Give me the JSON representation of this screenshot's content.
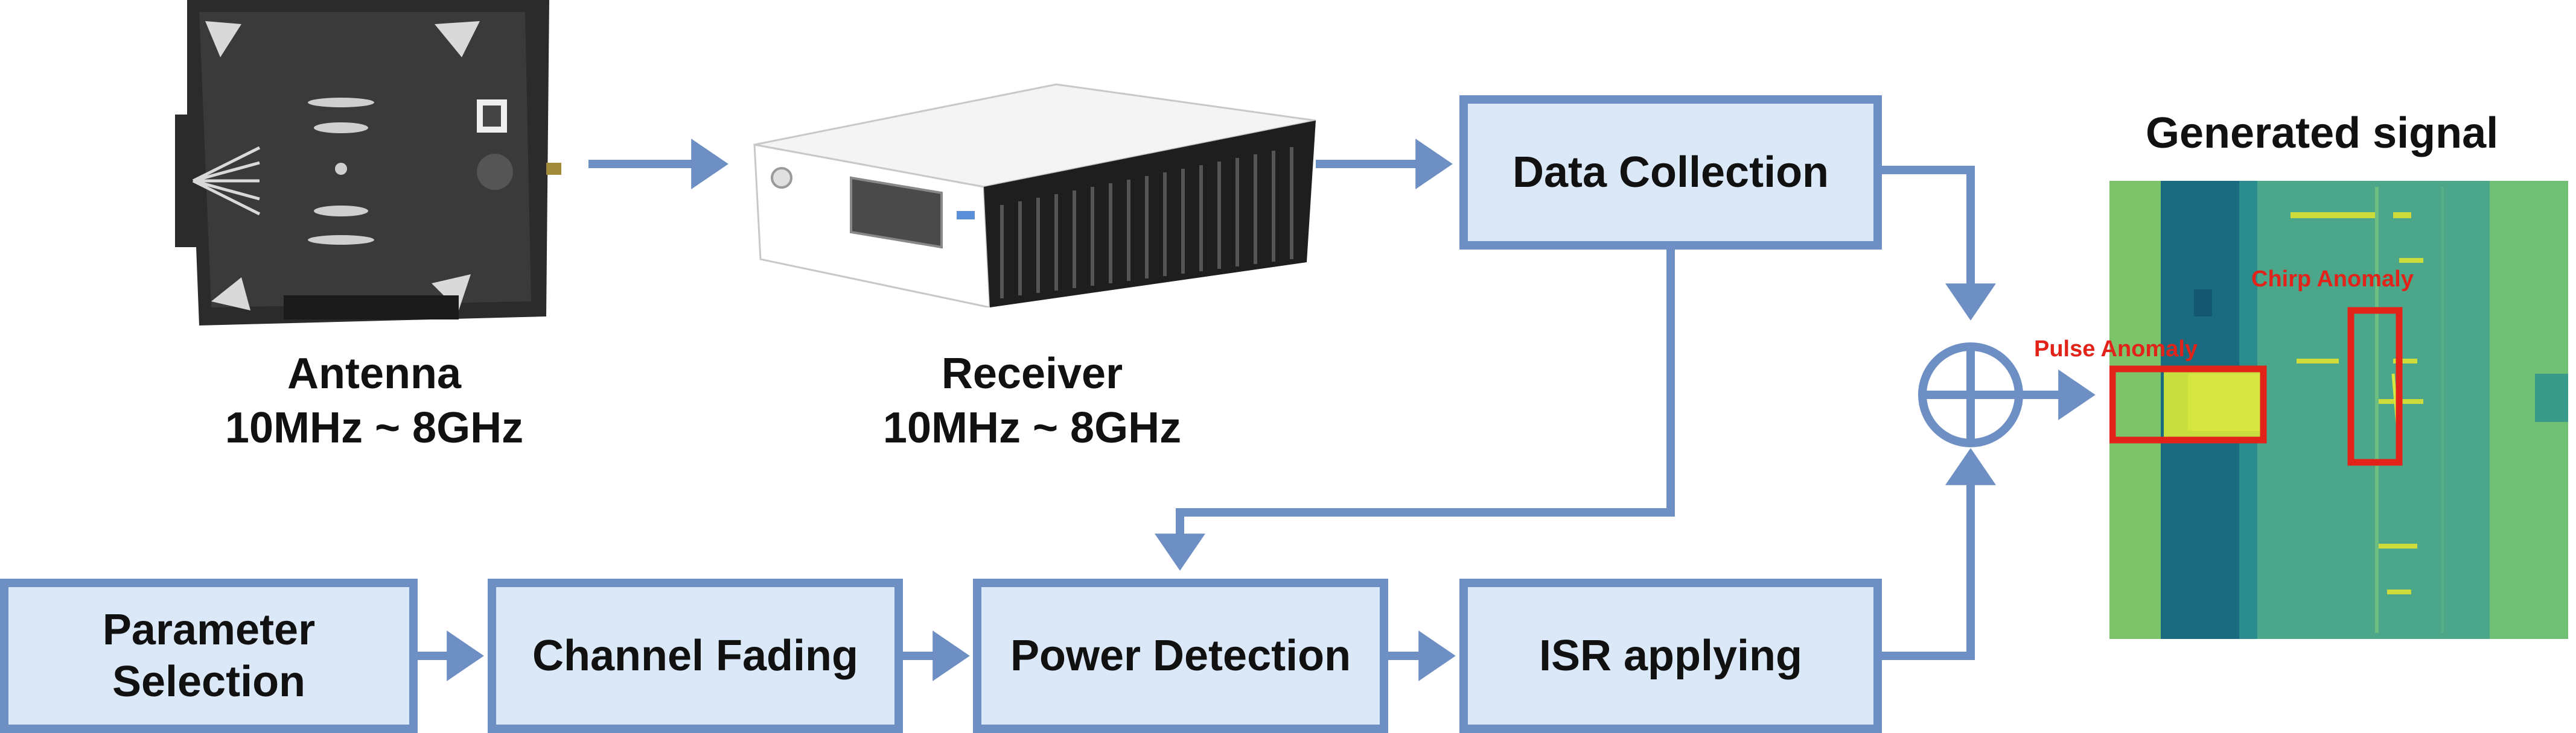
{
  "antenna": {
    "title": "Antenna",
    "range": "10MHz ~ 8GHz",
    "icon": "antenna-panel-icon"
  },
  "receiver": {
    "title": "Receiver",
    "range": "10MHz ~ 8GHz",
    "icon": "receiver-device-icon"
  },
  "blocks": {
    "data_collection": "Data Collection",
    "parameter_selection_line1": "Parameter",
    "parameter_selection_line2": "Selection",
    "channel_fading": "Channel Fading",
    "power_detection": "Power Detection",
    "isr_applying": "ISR applying"
  },
  "signal": {
    "title": "Generated signal",
    "pulse_anomaly": "Pulse Anomaly",
    "chirp_anomaly": "Chirp Anomaly"
  },
  "colors": {
    "block_fill": "#dbe8f8",
    "block_border": "#6e8fc4",
    "arrow": "#6e8fc4",
    "annotation": "#e2231a"
  }
}
